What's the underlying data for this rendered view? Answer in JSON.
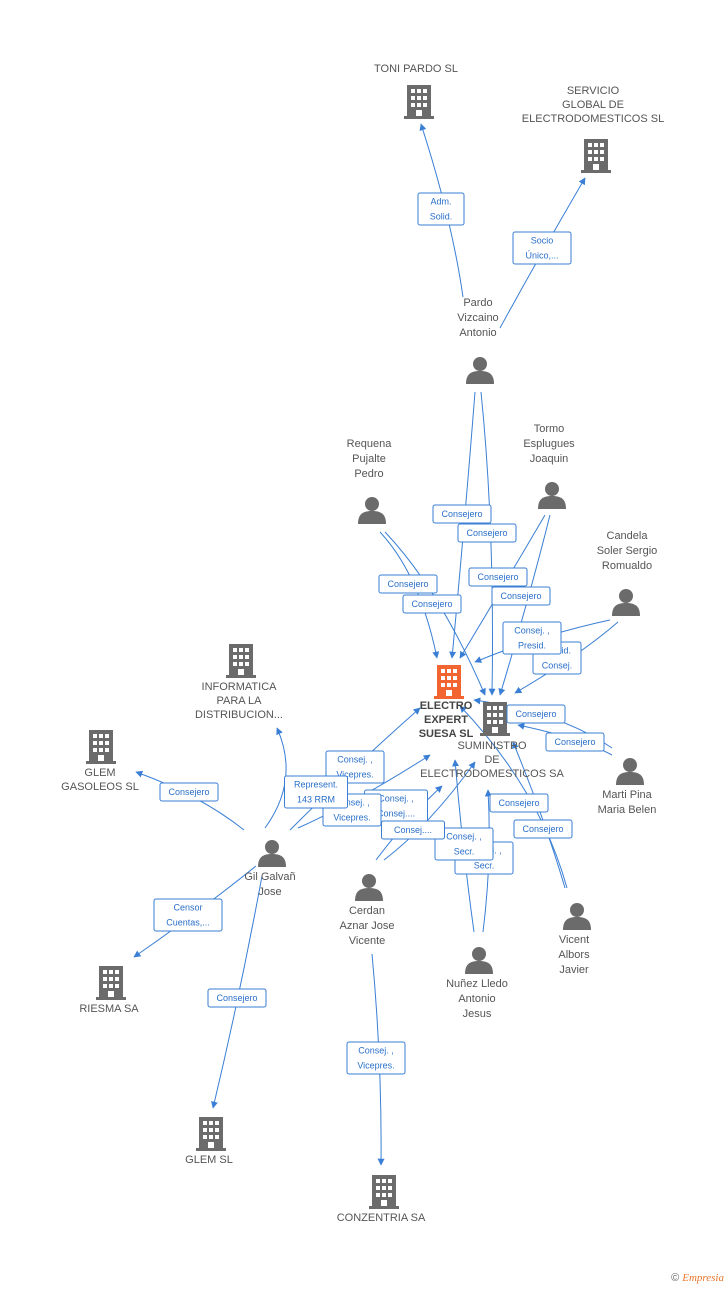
{
  "colors": {
    "edge": "#3a7fd5",
    "node_company": "#6b6b6b",
    "node_focus": "#f26430",
    "node_person": "#6b6b6b",
    "label_border": "#3a7fd5",
    "label_text": "#2a6fc9"
  },
  "nodes": [
    {
      "id": "toni",
      "type": "company",
      "lines": [
        "TONI PARDO SL"
      ]
    },
    {
      "id": "servicio",
      "type": "company",
      "lines": [
        "SERVICIO",
        "GLOBAL DE",
        "ELECTRODOMESTICOS SL"
      ]
    },
    {
      "id": "pardo",
      "type": "person",
      "lines": [
        "Pardo",
        "Vizcaino",
        "Antonio"
      ]
    },
    {
      "id": "requena",
      "type": "person",
      "lines": [
        "Requena",
        "Pujalte",
        "Pedro"
      ]
    },
    {
      "id": "tormo",
      "type": "person",
      "lines": [
        "Tormo",
        "Esplugues",
        "Joaquin"
      ]
    },
    {
      "id": "candela",
      "type": "person",
      "lines": [
        "Candela",
        "Soler Sergio",
        "Romualdo"
      ]
    },
    {
      "id": "electro",
      "type": "focus",
      "lines": [
        "ELECTRO",
        "EXPERT",
        "SUESA SL"
      ]
    },
    {
      "id": "suministro",
      "type": "company",
      "lines": [
        "SUMINISTRO",
        "DE",
        "ELECTRODOMESTICOS SA"
      ]
    },
    {
      "id": "informatica",
      "type": "company",
      "lines": [
        "INFORMATICA",
        "PARA LA",
        "DISTRIBUCION..."
      ]
    },
    {
      "id": "glemgas",
      "type": "company",
      "lines": [
        "GLEM",
        "GASOLEOS SL"
      ]
    },
    {
      "id": "gil",
      "type": "person",
      "lines": [
        "Gil Galvañ",
        "Jose"
      ]
    },
    {
      "id": "cerdan",
      "type": "person",
      "lines": [
        "Cerdan",
        "Aznar Jose",
        "Vicente"
      ]
    },
    {
      "id": "marti",
      "type": "person",
      "lines": [
        "Marti Pina",
        "Maria Belen"
      ]
    },
    {
      "id": "vicent",
      "type": "person",
      "lines": [
        "Vicent",
        "Albors",
        "Javier"
      ]
    },
    {
      "id": "nunez",
      "type": "person",
      "lines": [
        "Nuñez Lledo",
        "Antonio",
        "Jesus"
      ]
    },
    {
      "id": "riesma",
      "type": "company",
      "lines": [
        "RIESMA SA"
      ]
    },
    {
      "id": "glemsl",
      "type": "company",
      "lines": [
        "GLEM SL"
      ]
    },
    {
      "id": "conzentria",
      "type": "company",
      "lines": [
        "CONZENTRIA SA"
      ]
    }
  ],
  "relations": [
    {
      "id": "r1",
      "from": "pardo",
      "to": "toni",
      "lines": [
        "Adm.",
        "Solid."
      ]
    },
    {
      "id": "r2",
      "from": "pardo",
      "to": "servicio",
      "lines": [
        "Socio",
        "Único,..."
      ]
    },
    {
      "id": "r3",
      "from": "pardo",
      "to": "electro",
      "lines": [
        "Consejero"
      ]
    },
    {
      "id": "r4",
      "from": "pardo",
      "to": "suministro",
      "lines": [
        "Consejero"
      ]
    },
    {
      "id": "r5",
      "from": "requena",
      "to": "electro",
      "lines": [
        "Consejero"
      ]
    },
    {
      "id": "r6",
      "from": "requena",
      "to": "suministro",
      "lines": [
        "Consejero"
      ]
    },
    {
      "id": "r7",
      "from": "tormo",
      "to": "electro",
      "lines": [
        "Consejero"
      ]
    },
    {
      "id": "r8",
      "from": "tormo",
      "to": "suministro",
      "lines": [
        "Consejero"
      ]
    },
    {
      "id": "r9",
      "from": "candela",
      "to": "suministro",
      "lines": [
        "Presid.",
        "Consej."
      ]
    },
    {
      "id": "r10",
      "from": "candela",
      "to": "electro",
      "lines": [
        "Consej. ,",
        "Presid."
      ]
    },
    {
      "id": "r11",
      "from": "marti",
      "to": "electro",
      "lines": [
        "Consejero"
      ]
    },
    {
      "id": "r12",
      "from": "marti",
      "to": "suministro",
      "lines": [
        "Consejero"
      ]
    },
    {
      "id": "r13",
      "from": "vicent",
      "to": "electro",
      "lines": [
        "Consejero"
      ]
    },
    {
      "id": "r14",
      "from": "vicent",
      "to": "suministro",
      "lines": [
        "Consejero"
      ]
    },
    {
      "id": "r15",
      "from": "nunez",
      "to": "suministro",
      "lines": [
        "Consej. ,",
        "Secr."
      ]
    },
    {
      "id": "r16",
      "from": "nunez",
      "to": "electro",
      "lines": [
        "Consej. ,",
        "Secr."
      ]
    },
    {
      "id": "r17",
      "from": "cerdan",
      "to": "electro",
      "lines": [
        "Consej. ,",
        "Consej...."
      ]
    },
    {
      "id": "r18",
      "from": "cerdan",
      "to": "suministro",
      "lines": [
        "Consej...."
      ]
    },
    {
      "id": "r19",
      "from": "gil",
      "to": "electro",
      "lines": [
        "Consej. ,",
        "Vicepres."
      ]
    },
    {
      "id": "r20",
      "from": "gil",
      "to": "suministro",
      "lines": [
        "Consej. ,",
        "Vicepres."
      ]
    },
    {
      "id": "r21",
      "from": "gil",
      "to": "informatica",
      "lines": [
        "Represent.",
        "143 RRM"
      ]
    },
    {
      "id": "r22",
      "from": "gil",
      "to": "glemgas",
      "lines": [
        "Consejero"
      ]
    },
    {
      "id": "r23",
      "from": "gil",
      "to": "riesma",
      "lines": [
        "Censor",
        "Cuentas,..."
      ]
    },
    {
      "id": "r24",
      "from": "gil",
      "to": "glemsl",
      "lines": [
        "Consejero"
      ]
    },
    {
      "id": "r25",
      "from": "cerdan",
      "to": "conzentria",
      "lines": [
        "Consej. ,",
        "Vicepres."
      ]
    }
  ],
  "footer": {
    "symbol": "©",
    "brand": "Empresia"
  }
}
